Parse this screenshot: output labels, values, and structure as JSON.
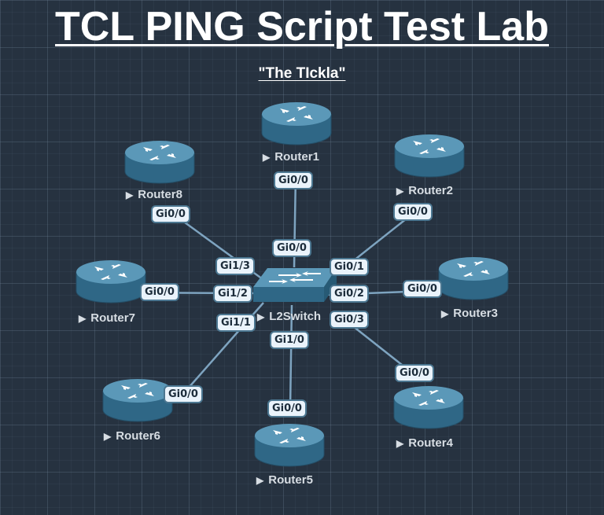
{
  "title": "TCL PING Script Test Lab",
  "subtitle": "\"The TIckla\"",
  "colors": {
    "background": "#263240",
    "device_body": "#2f6786",
    "device_top": "#5b98b8",
    "link": "#7ea4c0",
    "port_fill": "#eaf3fb",
    "port_border": "#4c7791"
  },
  "devices": [
    {
      "id": "router1",
      "name": "Router1",
      "type": "router"
    },
    {
      "id": "router2",
      "name": "Router2",
      "type": "router"
    },
    {
      "id": "router3",
      "name": "Router3",
      "type": "router"
    },
    {
      "id": "router4",
      "name": "Router4",
      "type": "router"
    },
    {
      "id": "router5",
      "name": "Router5",
      "type": "router"
    },
    {
      "id": "router6",
      "name": "Router6",
      "type": "router"
    },
    {
      "id": "router7",
      "name": "Router7",
      "type": "router"
    },
    {
      "id": "router8",
      "name": "Router8",
      "type": "router"
    },
    {
      "id": "l2switch",
      "name": "L2Switch",
      "type": "switch"
    }
  ],
  "links": [
    {
      "router": "Router1",
      "router_port": "Gi0/0",
      "switch_port": "Gi0/0"
    },
    {
      "router": "Router2",
      "router_port": "Gi0/0",
      "switch_port": "Gi0/1"
    },
    {
      "router": "Router3",
      "router_port": "Gi0/0",
      "switch_port": "Gi0/2"
    },
    {
      "router": "Router4",
      "router_port": "Gi0/0",
      "switch_port": "Gi0/3"
    },
    {
      "router": "Router5",
      "router_port": "Gi0/0",
      "switch_port": "Gi1/0"
    },
    {
      "router": "Router6",
      "router_port": "Gi0/0",
      "switch_port": "Gi1/1"
    },
    {
      "router": "Router7",
      "router_port": "Gi0/0",
      "switch_port": "Gi1/2"
    },
    {
      "router": "Router8",
      "router_port": "Gi0/0",
      "switch_port": "Gi1/3"
    }
  ]
}
